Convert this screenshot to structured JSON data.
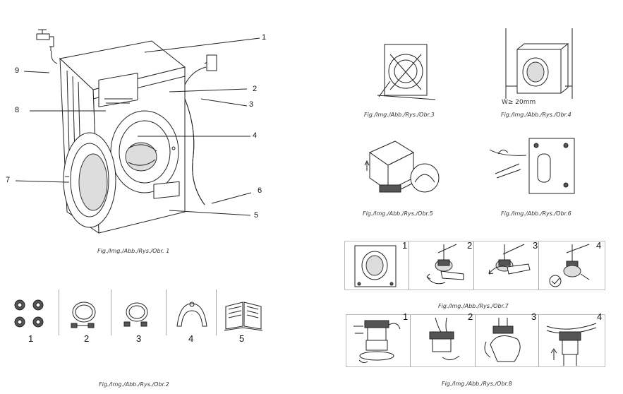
{
  "fig1": {
    "caption": "Fig./Img./Abb./Rys./Obr. 1",
    "callouts": [
      "1",
      "2",
      "3",
      "4",
      "5",
      "6",
      "7",
      "8",
      "9"
    ]
  },
  "fig2": {
    "caption": "Fig./Img./Abb./Rys./Obr.2",
    "items": [
      "1",
      "2",
      "3",
      "4",
      "5"
    ]
  },
  "fig3": {
    "caption": "Fig./Img./Abb./Rys./Obr.3"
  },
  "fig4": {
    "caption": "Fig./Img./Abb./Rys./Obr.4",
    "clearance": "W≥ 20mm"
  },
  "fig5": {
    "caption": "Fig./Img./Abb./Rys./Obr.5"
  },
  "fig6": {
    "caption": "Fig./Img./Abb./Rys./Obr.6"
  },
  "fig7": {
    "caption": "Fig./Img./Abb./Rys./Obr.7",
    "steps": [
      "1",
      "2",
      "3",
      "4"
    ]
  },
  "fig8": {
    "caption": "Fig./Img./Abb./Rys./Obr.8",
    "steps": [
      "1",
      "2",
      "3",
      "4"
    ]
  }
}
